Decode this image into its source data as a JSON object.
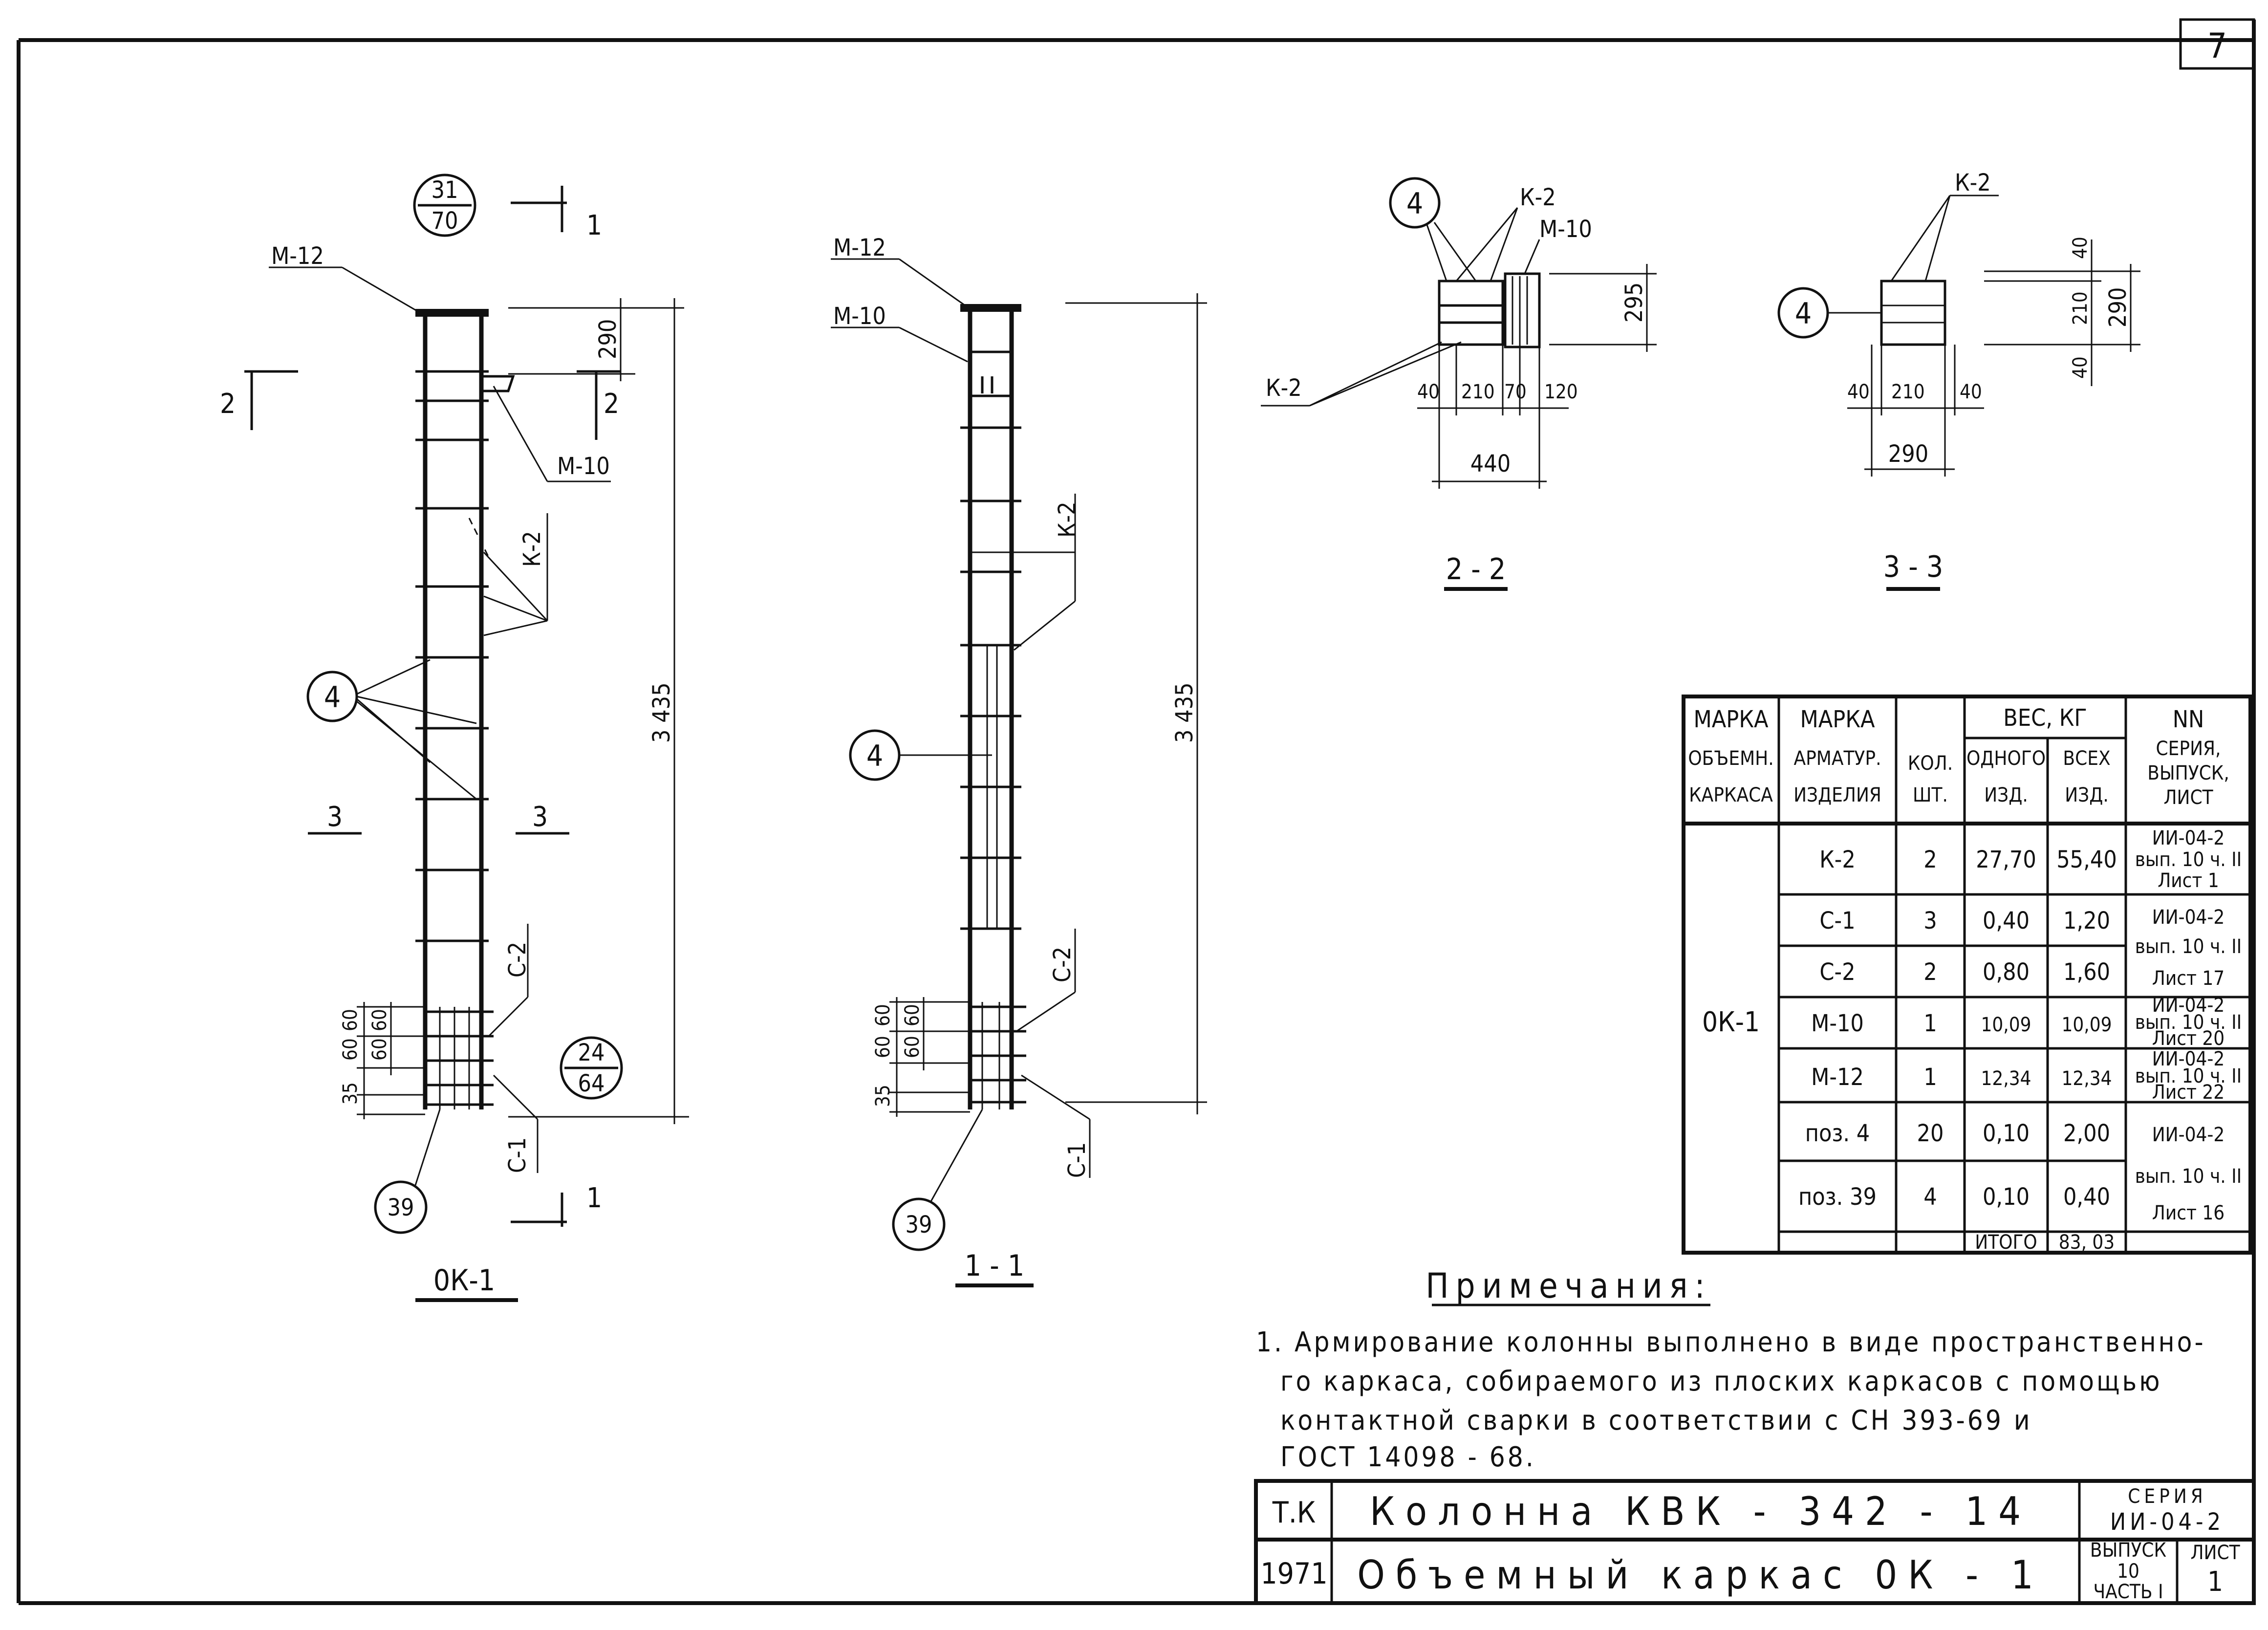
{
  "sheet_number": "7",
  "views": {
    "ok1": {
      "title": "0К-1",
      "callout_top": {
        "num": "31",
        "den": "70"
      },
      "callout_bottom": {
        "num": "24",
        "den": "64"
      },
      "section_mark_1": "1",
      "section_mark_2": "2",
      "section_mark_3": "3",
      "labels": {
        "m12": "М-12",
        "m10": "М-10",
        "k2": "К-2",
        "pos4": "4",
        "c2": "С-2",
        "c1": "С-1",
        "pos39": "39"
      },
      "dims": {
        "top": "290",
        "total": "3 435",
        "d60a": "60",
        "d60b": "60",
        "d60c": "60",
        "d60d": "60",
        "d35": "35"
      }
    },
    "s11": {
      "title": "1 - 1",
      "labels": {
        "m12": "М-12",
        "m10": "М-10",
        "k2": "К-2",
        "pos4": "4",
        "c2": "С-2",
        "c1": "С-1",
        "pos39": "39"
      },
      "dims": {
        "total": "3 435",
        "d60a": "60",
        "d60b": "60",
        "d60c": "60",
        "d60d": "60",
        "d35": "35"
      }
    },
    "s22": {
      "title": "2 - 2",
      "labels": {
        "pos4": "4",
        "k2_top": "К-2",
        "m10": "М-10",
        "k2_bottom": "К-2"
      },
      "dims": {
        "h": "295",
        "a": "40",
        "b": "210",
        "c": "70",
        "d": "120",
        "total": "440"
      }
    },
    "s33": {
      "title": "3 - 3",
      "labels": {
        "pos4": "4",
        "k2": "К-2"
      },
      "dims": {
        "top": "40",
        "mid": "210",
        "bot": "40",
        "h": "290",
        "a": "40",
        "b": "210",
        "c": "40",
        "total": "290"
      }
    }
  },
  "spec_table": {
    "headers": {
      "frame_mark": [
        "МАРКА",
        "ОБЪЕМН.",
        "КАРКАСА"
      ],
      "item_mark": [
        "МАРКА",
        "АРМАТУР.",
        "ИЗДЕЛИЯ"
      ],
      "qty": [
        "КОЛ.",
        "ШТ."
      ],
      "weight": "ВЕС, КГ",
      "weight_one": [
        "ОДНОГО",
        "ИЗД."
      ],
      "weight_all": [
        "ВСЕХ",
        "ИЗД."
      ],
      "refs": [
        "NN",
        "СЕРИЯ,",
        "ВЫПУСК,",
        "ЛИСТ"
      ]
    },
    "frame": "0К-1",
    "rows": [
      {
        "mark": "К-2",
        "qty": "2",
        "one": "27,70",
        "all": "55,40"
      },
      {
        "mark": "С-1",
        "qty": "3",
        "one": "0,40",
        "all": "1,20"
      },
      {
        "mark": "С-2",
        "qty": "2",
        "one": "0,80",
        "all": "1,60"
      },
      {
        "mark": "М-10",
        "qty": "1",
        "one": "10,09",
        "all": "10,09"
      },
      {
        "mark": "М-12",
        "qty": "1",
        "one": "12,34",
        "all": "12,34"
      },
      {
        "mark": "поз. 4",
        "qty": "20",
        "one": "0,10",
        "all": "2,00"
      },
      {
        "mark": "поз. 39",
        "qty": "4",
        "one": "0,10",
        "all": "0,40"
      }
    ],
    "refs": [
      [
        "ИИ-04-2",
        "вып. 10 ч. II",
        "Лист 1"
      ],
      [
        "ИИ-04-2",
        "вып. 10 ч. II",
        "Лист 17"
      ],
      [
        "ИИ-04-2",
        "вып. 10 ч. II",
        "Лист 20"
      ],
      [
        "ИИ-04-2",
        "вып. 10 ч. II",
        "Лист 22"
      ],
      [
        "ИИ-04-2",
        "вып. 10 ч. II",
        "Лист 16"
      ]
    ],
    "total_label": "ИТОГО",
    "total_value": "83, 03"
  },
  "notes": {
    "title": "Примечания:",
    "lines": [
      "1. Армирование колонны выполнено в виде пространственно-",
      "го каркаса, собираемого из плоских каркасов с помощью",
      "контактной сварки в соответствии с СН 393-69 и",
      "ГОСТ 14098 - 68."
    ]
  },
  "title_block": {
    "org": "Т.К",
    "year": "1971",
    "title1": "Колонна КВК - 342 - 14",
    "title2": "Объемный каркас 0К - 1",
    "series_label": "СЕРИЯ",
    "series": "ИИ-04-2",
    "issue_label": "ВЫПУСК",
    "issue": "10",
    "part": "ЧАСТЬ I",
    "sheet_label": "ЛИСТ",
    "sheet": "1"
  }
}
